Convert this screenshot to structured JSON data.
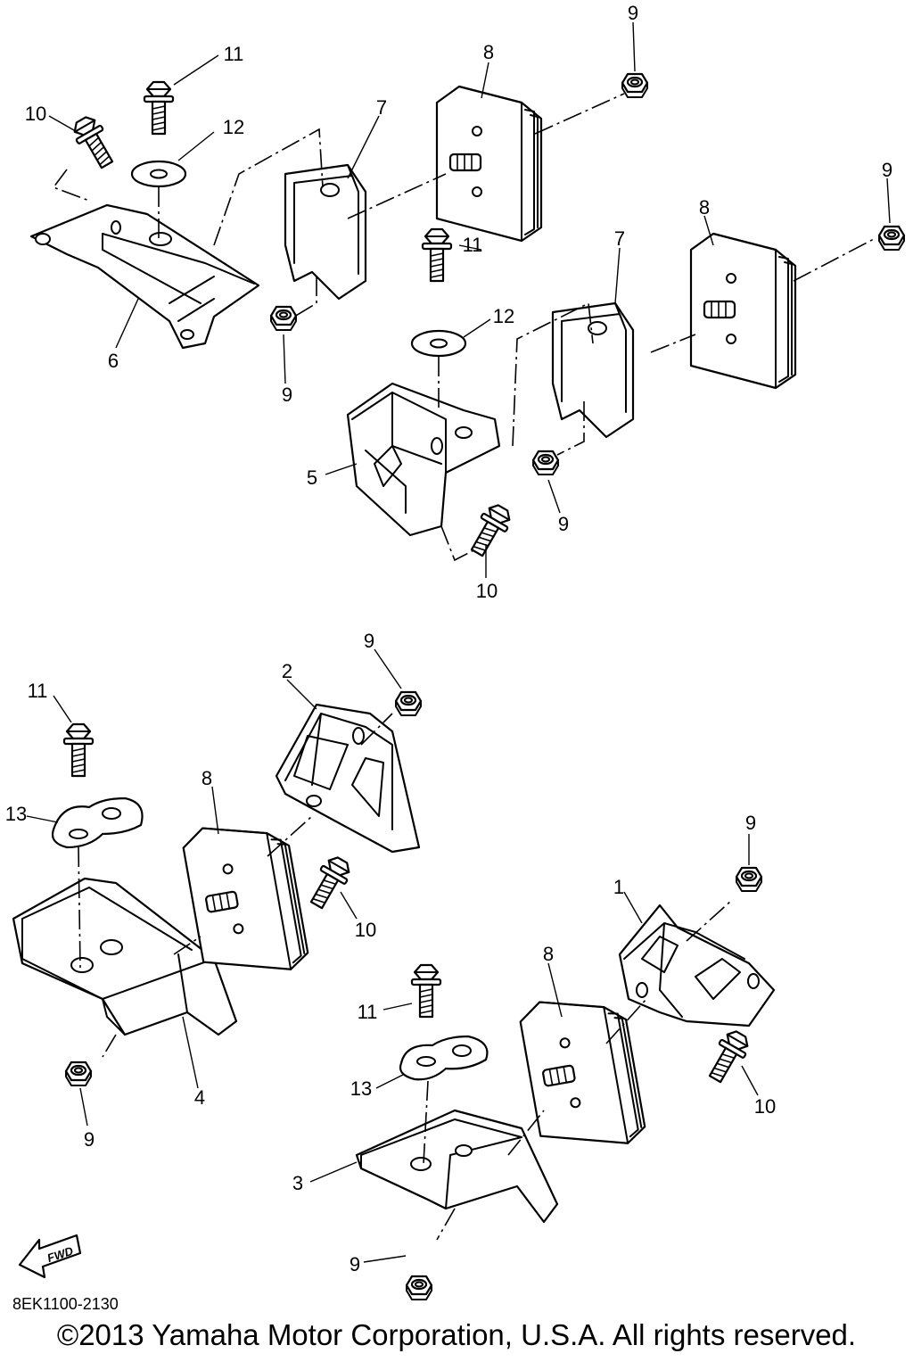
{
  "callouts": {
    "c1": "1",
    "c2": "2",
    "c3": "3",
    "c4": "4",
    "c5": "5",
    "c6": "6",
    "c7a": "7",
    "c7b": "7",
    "c8a": "8",
    "c8b": "8",
    "c8c": "8",
    "c8d": "8",
    "c9a": "9",
    "c9b": "9",
    "c9c": "9",
    "c9d": "9",
    "c9e": "9",
    "c9f": "9",
    "c9g": "9",
    "c9h": "9",
    "c10a": "10",
    "c10b": "10",
    "c10c": "10",
    "c10d": "10",
    "c11a": "11",
    "c11b": "11",
    "c11c": "11",
    "c11d": "11",
    "c12a": "12",
    "c12b": "12",
    "c13a": "13",
    "c13b": "13"
  },
  "fwd_label": "FWD",
  "doc_code": "8EK1100-2130",
  "copyright": "©2013 Yamaha Motor Corporation, U.S.A. All rights reserved."
}
